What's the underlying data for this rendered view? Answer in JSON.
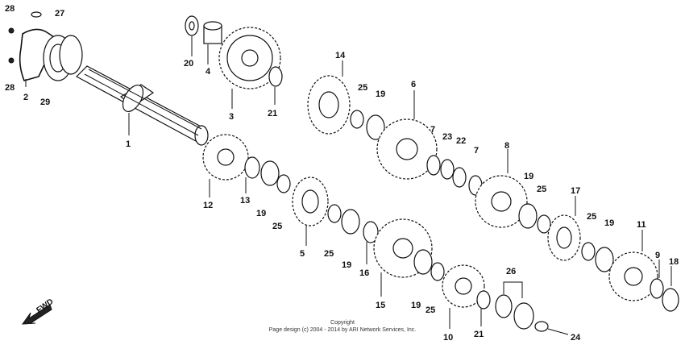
{
  "labels": {
    "p1": "1",
    "p2": "2",
    "p3": "3",
    "p4": "4",
    "p5": "5",
    "p6": "6",
    "p7a": "7",
    "p7b": "7",
    "p8": "8",
    "p9": "9",
    "p10": "10",
    "p11": "11",
    "p12": "12",
    "p13": "13",
    "p14": "14",
    "p15": "15",
    "p16": "16",
    "p17": "17",
    "p18": "18",
    "p19a": "19",
    "p19b": "19",
    "p19c": "19",
    "p19d": "19",
    "p19e": "19",
    "p19f": "19",
    "p20": "20",
    "p21a": "21",
    "p21b": "21",
    "p22": "22",
    "p23": "23",
    "p24": "24",
    "p25a": "25",
    "p25b": "25",
    "p25c": "25",
    "p25d": "25",
    "p25e": "25",
    "p26": "26",
    "p27": "27",
    "p28a": "28",
    "p28b": "28",
    "p29": "29"
  },
  "fwd_label": "FWD",
  "copyright": {
    "line1": "Copyright",
    "line2": "Page design (c) 2004 - 2014 by ARI Network Services, Inc."
  }
}
